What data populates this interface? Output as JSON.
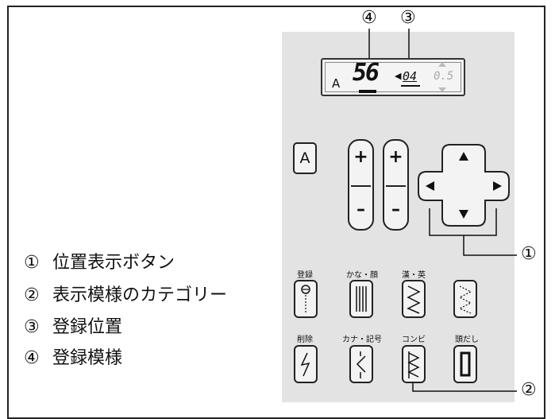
{
  "callouts": {
    "top_left_num": "④",
    "top_right_num": "③",
    "nav_num": "①",
    "combi_num": "②"
  },
  "legend": [
    {
      "num": "①",
      "text": "位置表示ボタン"
    },
    {
      "num": "②",
      "text": "表示模様のカテゴリー"
    },
    {
      "num": "③",
      "text": "登録位置"
    },
    {
      "num": "④",
      "text": "登録模様"
    }
  ],
  "lcd": {
    "mode": "A",
    "pattern": "56",
    "position": "04",
    "faint": "0.5"
  },
  "buttons": {
    "a_label": "A",
    "plus": "+",
    "minus": "–"
  },
  "labels": {
    "register": "登録",
    "kana_face": "かな・顔",
    "kanji_eng": "漢・英",
    "delete": "削除",
    "kana_symbol": "カナ・記号",
    "combi": "コンビ",
    "head": "頭だし"
  }
}
